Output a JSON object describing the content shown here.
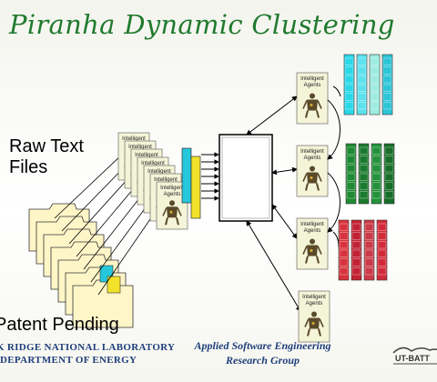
{
  "title": "Piranha Dynamic Clustering",
  "raw_text_label": [
    "Raw Text",
    "Files"
  ],
  "agent_label": [
    "Intelligent",
    "Agents"
  ],
  "patent_text": "Patent Pending",
  "org": {
    "line1": "K RIDGE NATIONAL LABORATORY",
    "line2": "DEPARTMENT OF ENERGY"
  },
  "group": {
    "line1": "Applied Software Engineering",
    "line2": "Research Group"
  },
  "partner_logo": "UT-BATT",
  "colors": {
    "title": "#1f7a2e",
    "cyan_cluster": [
      "#2ad8e8",
      "#5be2ee",
      "#9cece0",
      "#2bc5d6"
    ],
    "green_cluster": [
      "#1e8a32",
      "#1a7a2e",
      "#23923a",
      "#176e28"
    ],
    "red_cluster": [
      "#d8333c",
      "#c22233",
      "#cc3b48",
      "#d22a3a"
    ],
    "yellow_doc": "#f2e22a",
    "cyan_doc": "#25c7da"
  }
}
